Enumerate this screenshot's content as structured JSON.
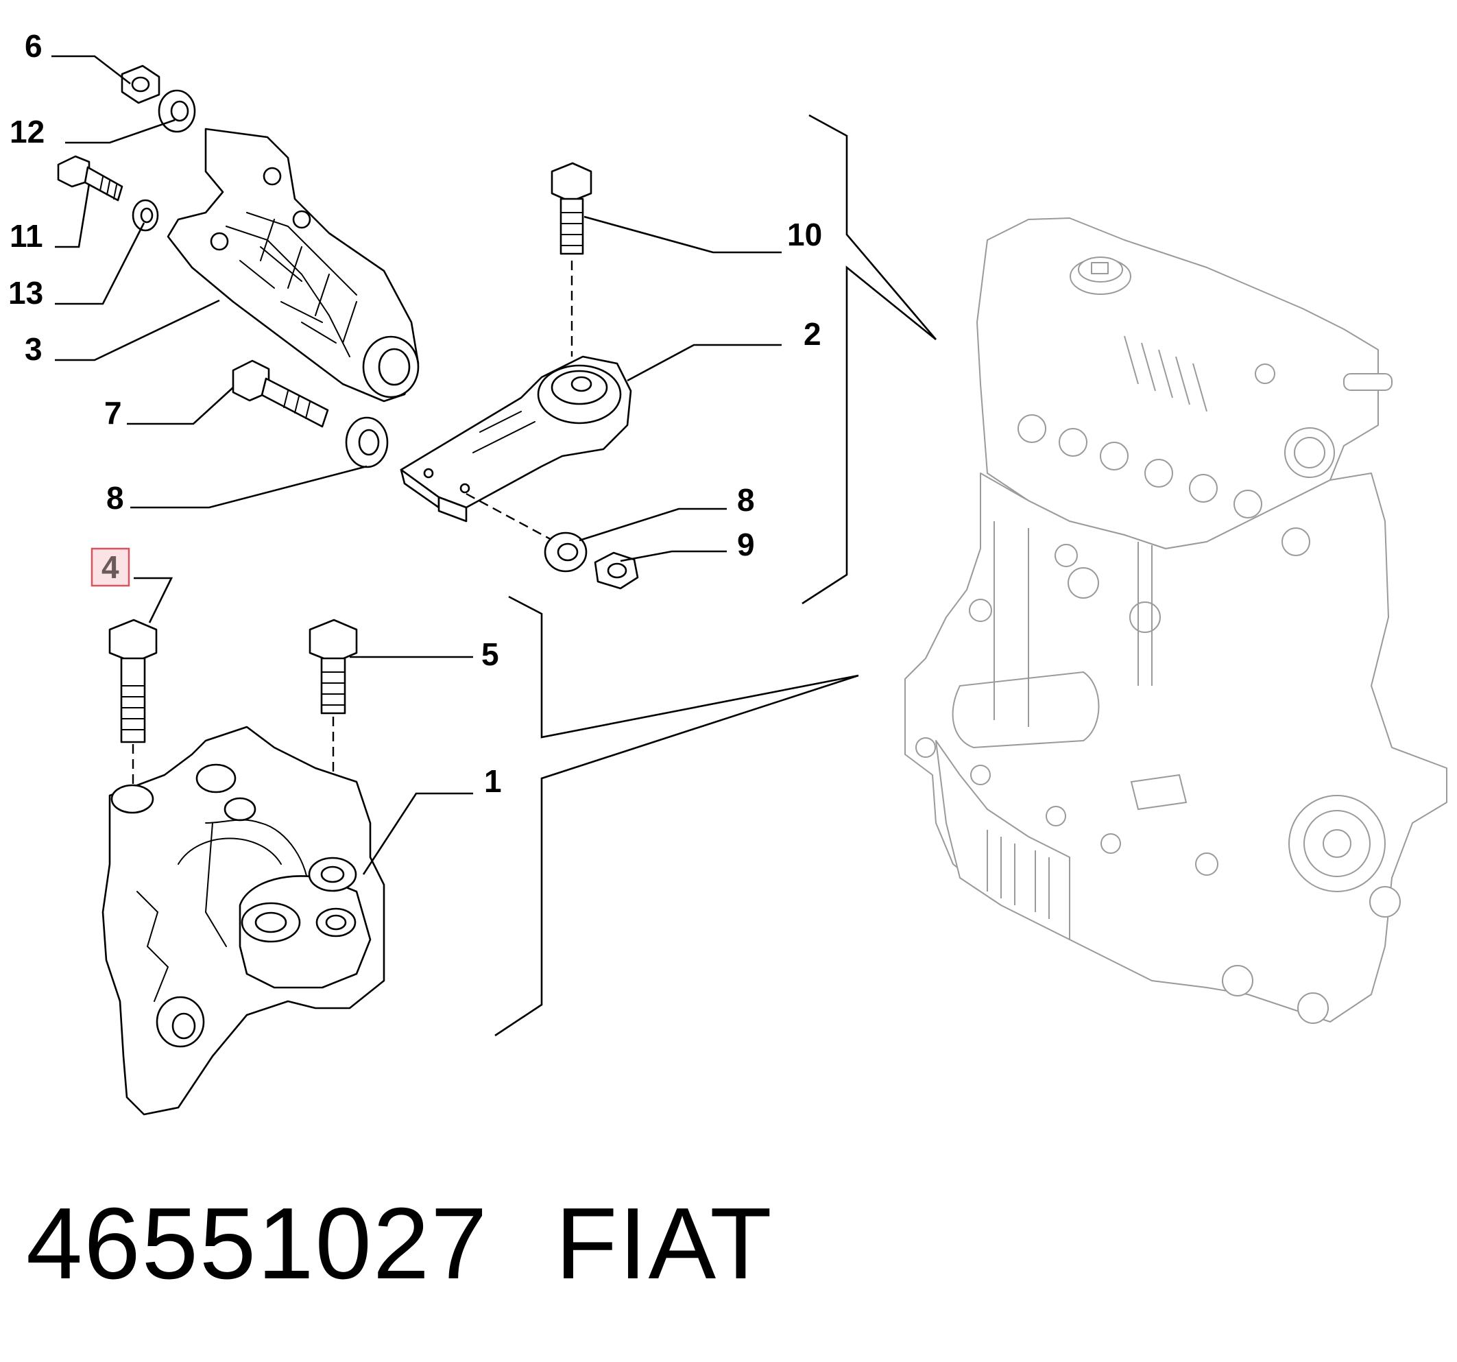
{
  "diagram": {
    "callouts": {
      "c1": "1",
      "c2": "2",
      "c3": "3",
      "c4": "4",
      "c5": "5",
      "c6": "6",
      "c7": "7",
      "c8a": "8",
      "c8b": "8",
      "c9": "9",
      "c10": "10",
      "c11": "11",
      "c12": "12",
      "c13": "13"
    },
    "highlighted_callout": "4",
    "highlight_color": "#d9535f",
    "highlight_fill": "#fbe3e5"
  },
  "footer": {
    "part_number": "46551027",
    "brand": "FIAT"
  }
}
